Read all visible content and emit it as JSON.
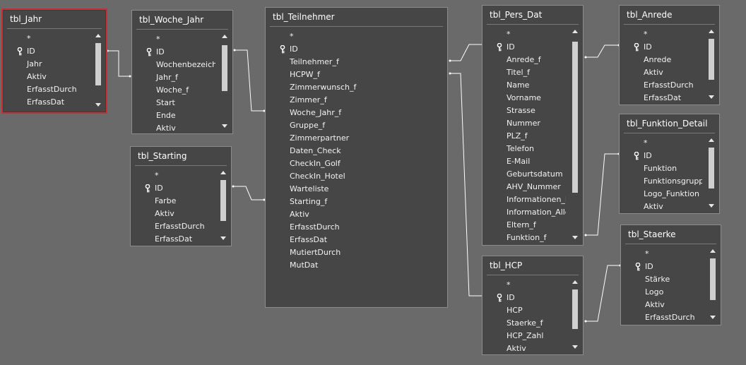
{
  "tables": {
    "jahr": {
      "title": "tbl_Jahr",
      "fields": [
        "*",
        "ID",
        "Jahr",
        "Aktiv",
        "ErfasstDurch",
        "ErfassDat"
      ]
    },
    "woche_jahr": {
      "title": "tbl_Woche_Jahr",
      "fields": [
        "*",
        "ID",
        "Wochenbezeichn",
        "Jahr_f",
        "Woche_f",
        "Start",
        "Ende",
        "Aktiv"
      ]
    },
    "starting": {
      "title": "tbl_Starting",
      "fields": [
        "*",
        "ID",
        "Farbe",
        "Aktiv",
        "ErfasstDurch",
        "ErfassDat"
      ]
    },
    "teilnehmer": {
      "title": "tbl_Teilnehmer",
      "fields": [
        "*",
        "ID",
        "Teilnehmer_f",
        "HCPW_f",
        "Zimmerwunsch_f",
        "Zimmer_f",
        "Woche_Jahr_f",
        "Gruppe_f",
        "Zimmerpartner",
        "Daten_Check",
        "CheckIn_Golf",
        "CheckIn_Hotel",
        "Warteliste",
        "Starting_f",
        "Aktiv",
        "ErfasstDurch",
        "ErfassDat",
        "MutiertDurch",
        "MutDat"
      ]
    },
    "pers_dat": {
      "title": "tbl_Pers_Dat",
      "fields": [
        "*",
        "ID",
        "Anrede_f",
        "Titel_f",
        "Name",
        "Vorname",
        "Strasse",
        "Nummer",
        "PLZ_f",
        "Telefon",
        "E-Mail",
        "Geburtsdatum",
        "AHV_Nummer",
        "Informationen_Er",
        "Information_Allg",
        "Eltern_f",
        "Funktion_f"
      ]
    },
    "hcp": {
      "title": "tbl_HCP",
      "fields": [
        "*",
        "ID",
        "HCP",
        "Staerke_f",
        "HCP_Zahl",
        "Aktiv"
      ]
    },
    "anrede": {
      "title": "tbl_Anrede",
      "fields": [
        "*",
        "ID",
        "Anrede",
        "Aktiv",
        "ErfasstDurch",
        "ErfassDat"
      ]
    },
    "funktion_detail": {
      "title": "tbl_Funktion_Detail",
      "fields": [
        "*",
        "ID",
        "Funktion",
        "Funktionsgruppe",
        "Logo_Funktion",
        "Aktiv"
      ]
    },
    "staerke": {
      "title": "tbl_Staerke",
      "fields": [
        "*",
        "ID",
        "Stärke",
        "Logo",
        "Aktiv",
        "ErfasstDurch"
      ]
    }
  },
  "colors": {
    "canvas": "#6a6a6a",
    "table_bg": "#464646",
    "selected_border": "#c62f34",
    "relationship_line": "#ffffff"
  }
}
